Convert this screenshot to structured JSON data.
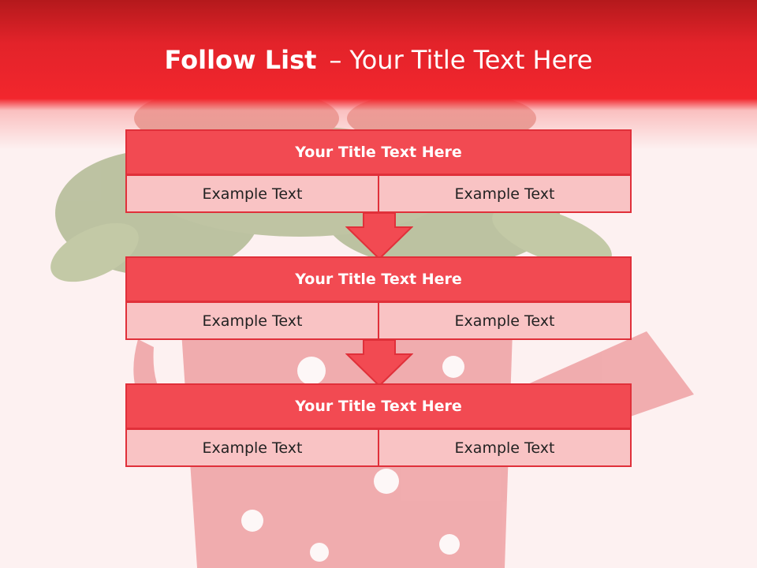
{
  "slide": {
    "title_bold": "Follow List",
    "title_separator": "–",
    "title_rest": "Your Title Text Here"
  },
  "blocks": [
    {
      "title": "Your Title Text Here",
      "cells": [
        "Example Text",
        "Example Text"
      ]
    },
    {
      "title": "Your Title Text Here",
      "cells": [
        "Example Text",
        "Example Text"
      ]
    },
    {
      "title": "Your Title Text Here",
      "cells": [
        "Example Text",
        "Example Text"
      ]
    }
  ],
  "colors": {
    "header_red": "#f2262d",
    "block_title_bg": "#f24a52",
    "cell_bg": "#f9c3c4",
    "border": "#e0303a",
    "background": "#fdf1f1"
  }
}
